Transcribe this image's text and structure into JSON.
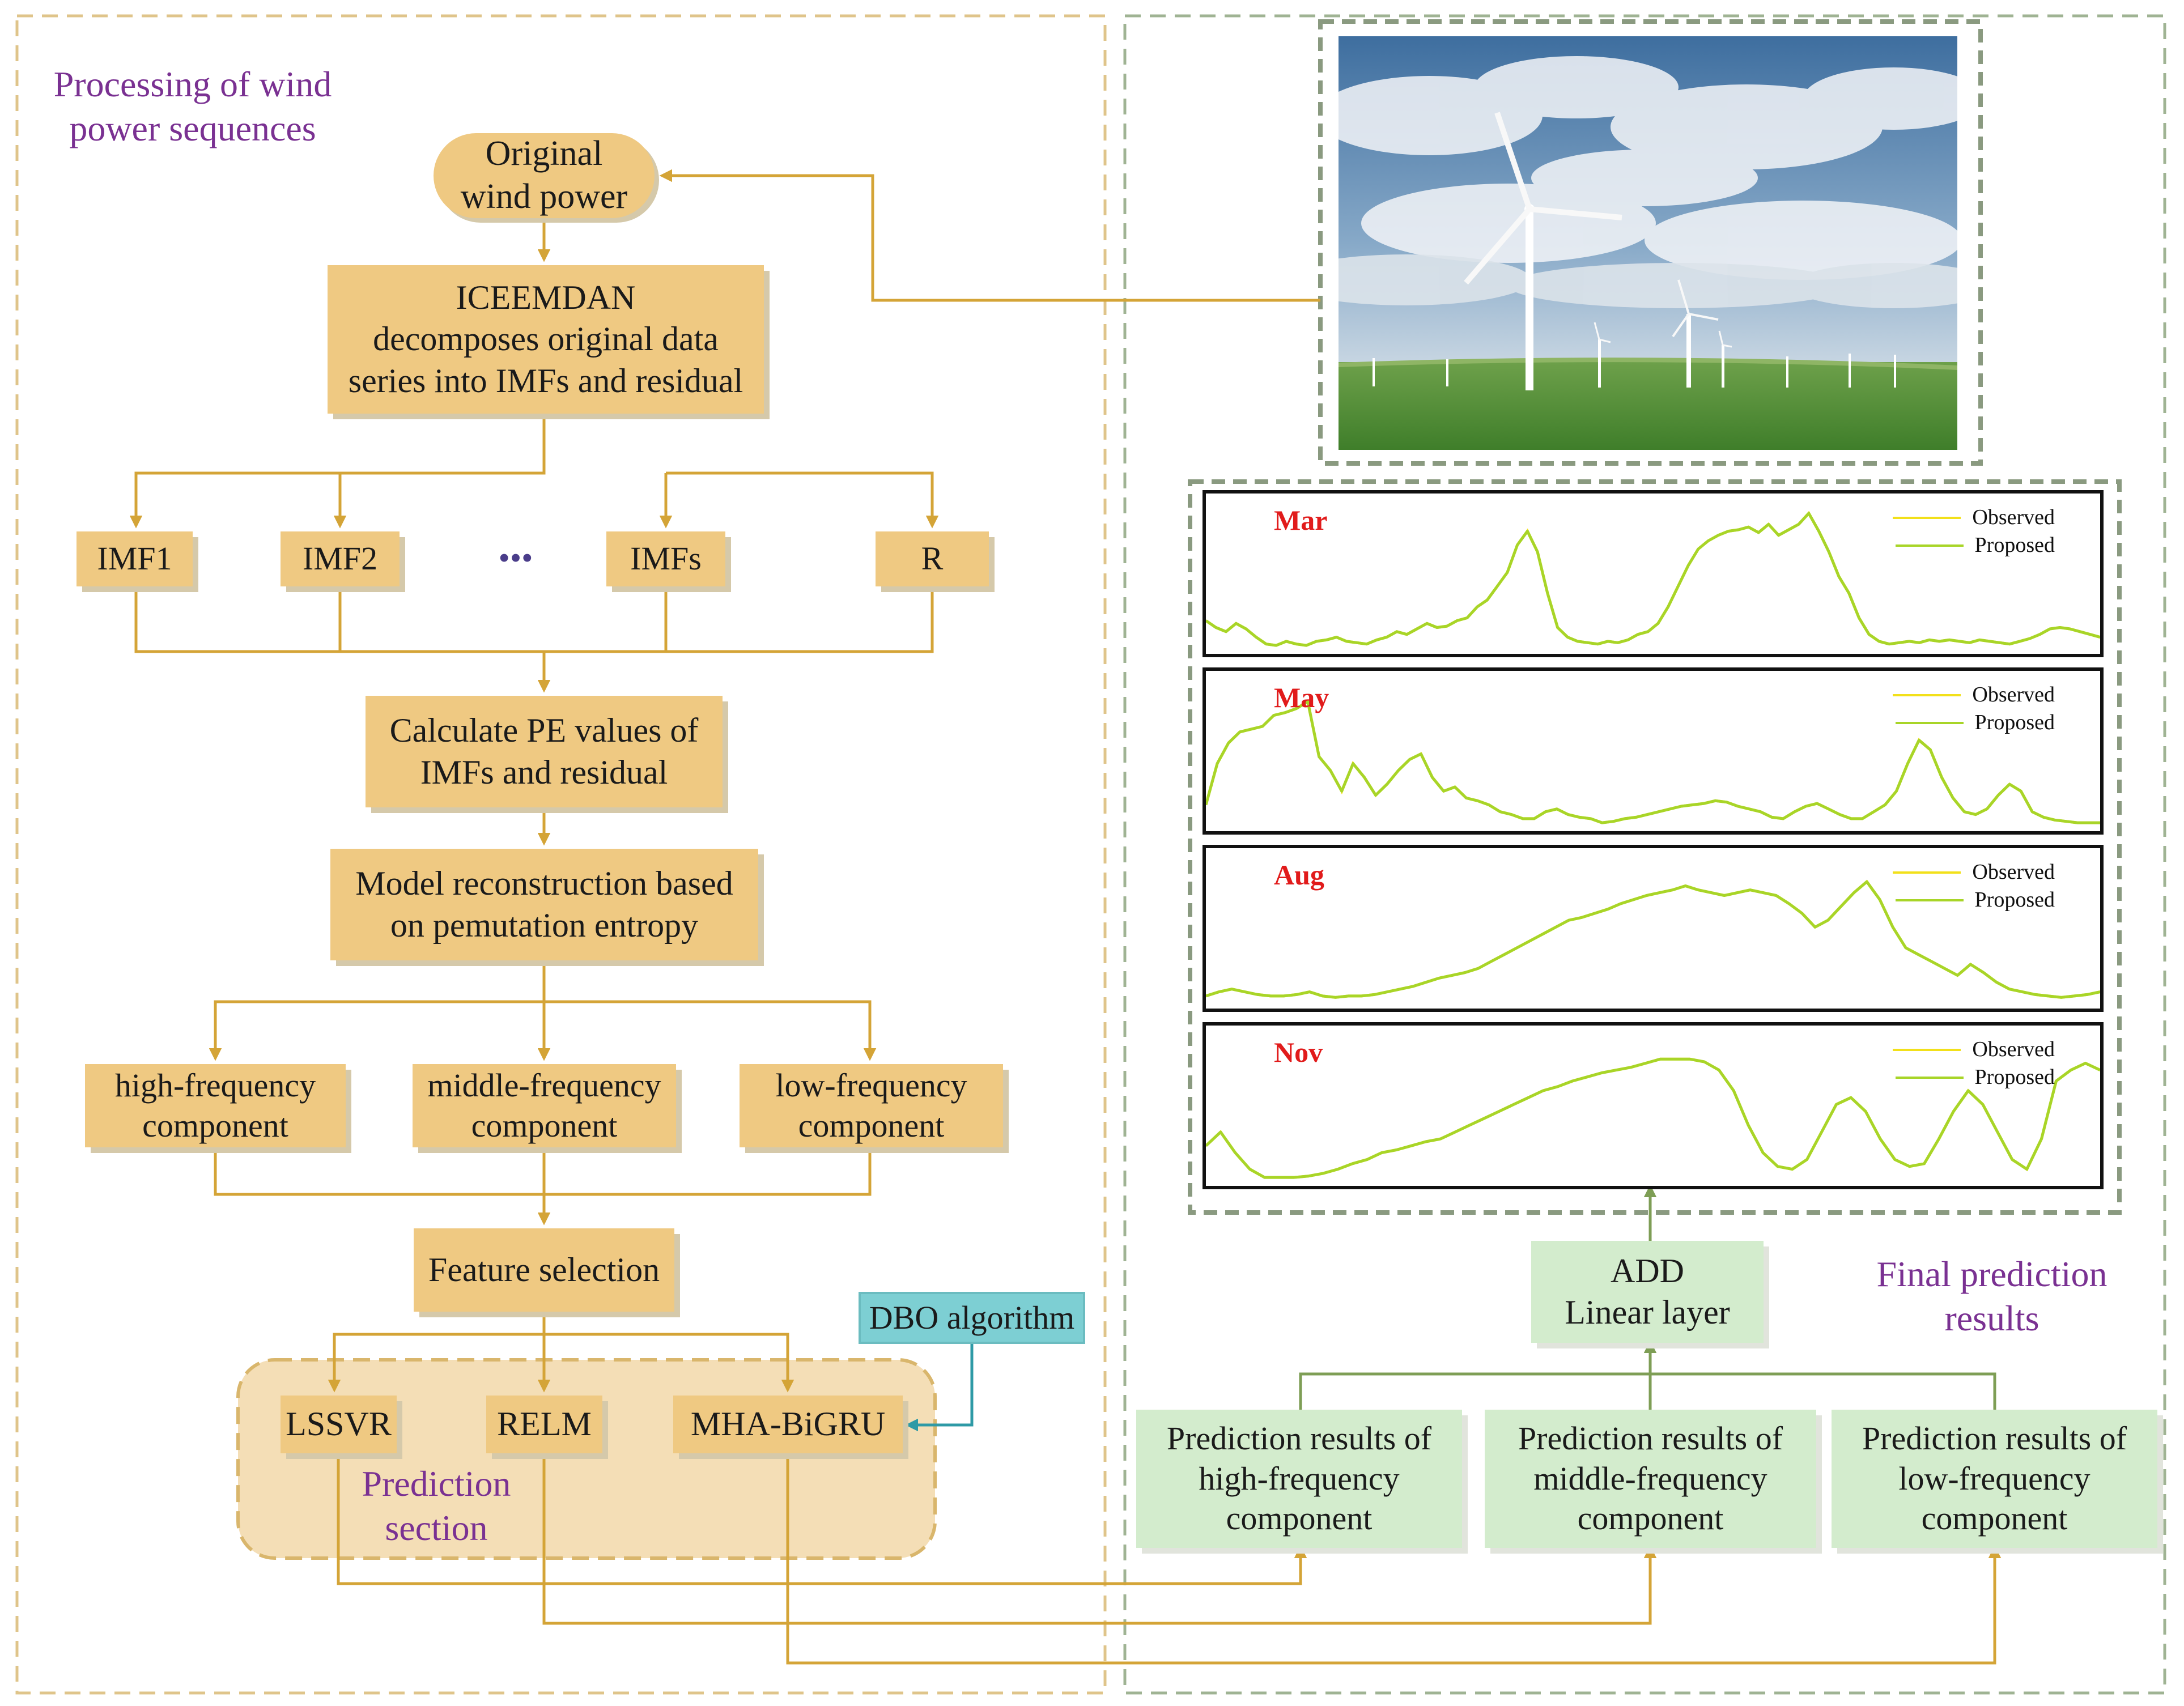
{
  "colors": {
    "flow_arrow": "#d4a437",
    "result_arrow": "#7e9e55",
    "dbo_arrow": "#2e9aa6",
    "tan_box": "#efc982",
    "green_box": "#d3eccd",
    "teal_box": "#7dcfd3",
    "section_label": "#7a3192",
    "month_label": "#e11b1b",
    "observed_line": "#f2e01a",
    "proposed_line": "#a8d528"
  },
  "left_section": {
    "title": "Processing of wind\npower sequences",
    "original": "Original\nwind power",
    "iceemdan": "ICEEMDAN\ndecomposes original data\nseries into IMFs and residual",
    "imf1": "IMF1",
    "imf2": "IMF2",
    "ellipsis": "•••",
    "imfs": "IMFs",
    "residual": "R",
    "pe": "Calculate PE values of\nIMFs and residual",
    "reconstruction": "Model reconstruction based\non pemutation entropy",
    "high": "high-frequency\ncomponent",
    "middle": "middle-frequency\ncomponent",
    "low": "low-frequency\ncomponent",
    "feature": "Feature selection",
    "dbo": "DBO algorithm",
    "lssvr": "LSSVR",
    "relm": "RELM",
    "mha": "MHA-BiGRU",
    "prediction_section": "Prediction\nsection"
  },
  "right_section": {
    "final_label": "Final prediction\nresults",
    "add": "ADD\nLinear layer",
    "pred_high": "Prediction results of\nhigh-frequency\ncomponent",
    "pred_middle": "Prediction results of\nmiddle-frequency\ncomponent",
    "pred_low": "Prediction results of\nlow-frequency\ncomponent",
    "photo_alt_icon": "wind-turbine-photo"
  },
  "chart_data": {
    "type": "line",
    "legend": [
      "Observed",
      "Proposed"
    ],
    "legend_position": "top-right",
    "x_range": [
      0,
      100
    ],
    "y_range": [
      0,
      1
    ],
    "grid": false,
    "panels": [
      {
        "month": "Mar",
        "values": [
          0.2,
          0.15,
          0.12,
          0.18,
          0.14,
          0.08,
          0.03,
          0.02,
          0.05,
          0.03,
          0.02,
          0.05,
          0.06,
          0.08,
          0.05,
          0.04,
          0.03,
          0.06,
          0.08,
          0.12,
          0.1,
          0.14,
          0.18,
          0.15,
          0.16,
          0.2,
          0.22,
          0.3,
          0.35,
          0.45,
          0.55,
          0.75,
          0.85,
          0.7,
          0.4,
          0.15,
          0.08,
          0.05,
          0.04,
          0.03,
          0.05,
          0.04,
          0.06,
          0.1,
          0.12,
          0.18,
          0.3,
          0.45,
          0.6,
          0.72,
          0.78,
          0.82,
          0.85,
          0.86,
          0.88,
          0.84,
          0.9,
          0.82,
          0.86,
          0.9,
          0.98,
          0.85,
          0.7,
          0.52,
          0.4,
          0.22,
          0.1,
          0.05,
          0.03,
          0.04,
          0.05,
          0.04,
          0.06,
          0.05,
          0.06,
          0.05,
          0.04,
          0.06,
          0.05,
          0.04,
          0.03,
          0.05,
          0.07,
          0.1,
          0.14,
          0.15,
          0.14,
          0.12,
          0.1,
          0.08
        ]
      },
      {
        "month": "May",
        "values": [
          0.15,
          0.45,
          0.6,
          0.68,
          0.7,
          0.72,
          0.8,
          0.82,
          0.85,
          0.9,
          0.5,
          0.4,
          0.25,
          0.45,
          0.35,
          0.22,
          0.3,
          0.4,
          0.48,
          0.52,
          0.35,
          0.25,
          0.28,
          0.2,
          0.18,
          0.15,
          0.1,
          0.08,
          0.05,
          0.05,
          0.1,
          0.12,
          0.08,
          0.06,
          0.05,
          0.02,
          0.03,
          0.05,
          0.06,
          0.08,
          0.1,
          0.12,
          0.14,
          0.15,
          0.16,
          0.18,
          0.17,
          0.14,
          0.12,
          0.1,
          0.06,
          0.05,
          0.1,
          0.14,
          0.16,
          0.12,
          0.08,
          0.05,
          0.05,
          0.1,
          0.15,
          0.25,
          0.45,
          0.62,
          0.55,
          0.35,
          0.2,
          0.1,
          0.08,
          0.12,
          0.22,
          0.3,
          0.25,
          0.1,
          0.06,
          0.04,
          0.03,
          0.02,
          0.02,
          0.02
        ]
      },
      {
        "month": "Aug",
        "values": [
          0.05,
          0.08,
          0.1,
          0.08,
          0.06,
          0.05,
          0.05,
          0.06,
          0.08,
          0.05,
          0.04,
          0.05,
          0.05,
          0.06,
          0.08,
          0.1,
          0.12,
          0.15,
          0.18,
          0.2,
          0.22,
          0.25,
          0.3,
          0.35,
          0.4,
          0.45,
          0.5,
          0.55,
          0.6,
          0.62,
          0.65,
          0.68,
          0.72,
          0.75,
          0.78,
          0.8,
          0.82,
          0.85,
          0.82,
          0.8,
          0.78,
          0.8,
          0.82,
          0.8,
          0.78,
          0.72,
          0.65,
          0.55,
          0.6,
          0.7,
          0.8,
          0.88,
          0.75,
          0.55,
          0.4,
          0.35,
          0.3,
          0.25,
          0.2,
          0.28,
          0.22,
          0.15,
          0.1,
          0.08,
          0.06,
          0.05,
          0.04,
          0.05,
          0.06,
          0.08
        ]
      },
      {
        "month": "Nov",
        "values": [
          0.25,
          0.35,
          0.2,
          0.08,
          0.02,
          0.02,
          0.02,
          0.03,
          0.05,
          0.08,
          0.12,
          0.15,
          0.2,
          0.22,
          0.25,
          0.28,
          0.3,
          0.35,
          0.4,
          0.45,
          0.5,
          0.55,
          0.6,
          0.65,
          0.68,
          0.72,
          0.75,
          0.78,
          0.8,
          0.82,
          0.85,
          0.88,
          0.88,
          0.88,
          0.86,
          0.8,
          0.65,
          0.4,
          0.2,
          0.1,
          0.08,
          0.15,
          0.35,
          0.55,
          0.6,
          0.5,
          0.3,
          0.15,
          0.1,
          0.12,
          0.3,
          0.5,
          0.65,
          0.55,
          0.35,
          0.15,
          0.08,
          0.3,
          0.72,
          0.8,
          0.85,
          0.8
        ]
      }
    ]
  }
}
